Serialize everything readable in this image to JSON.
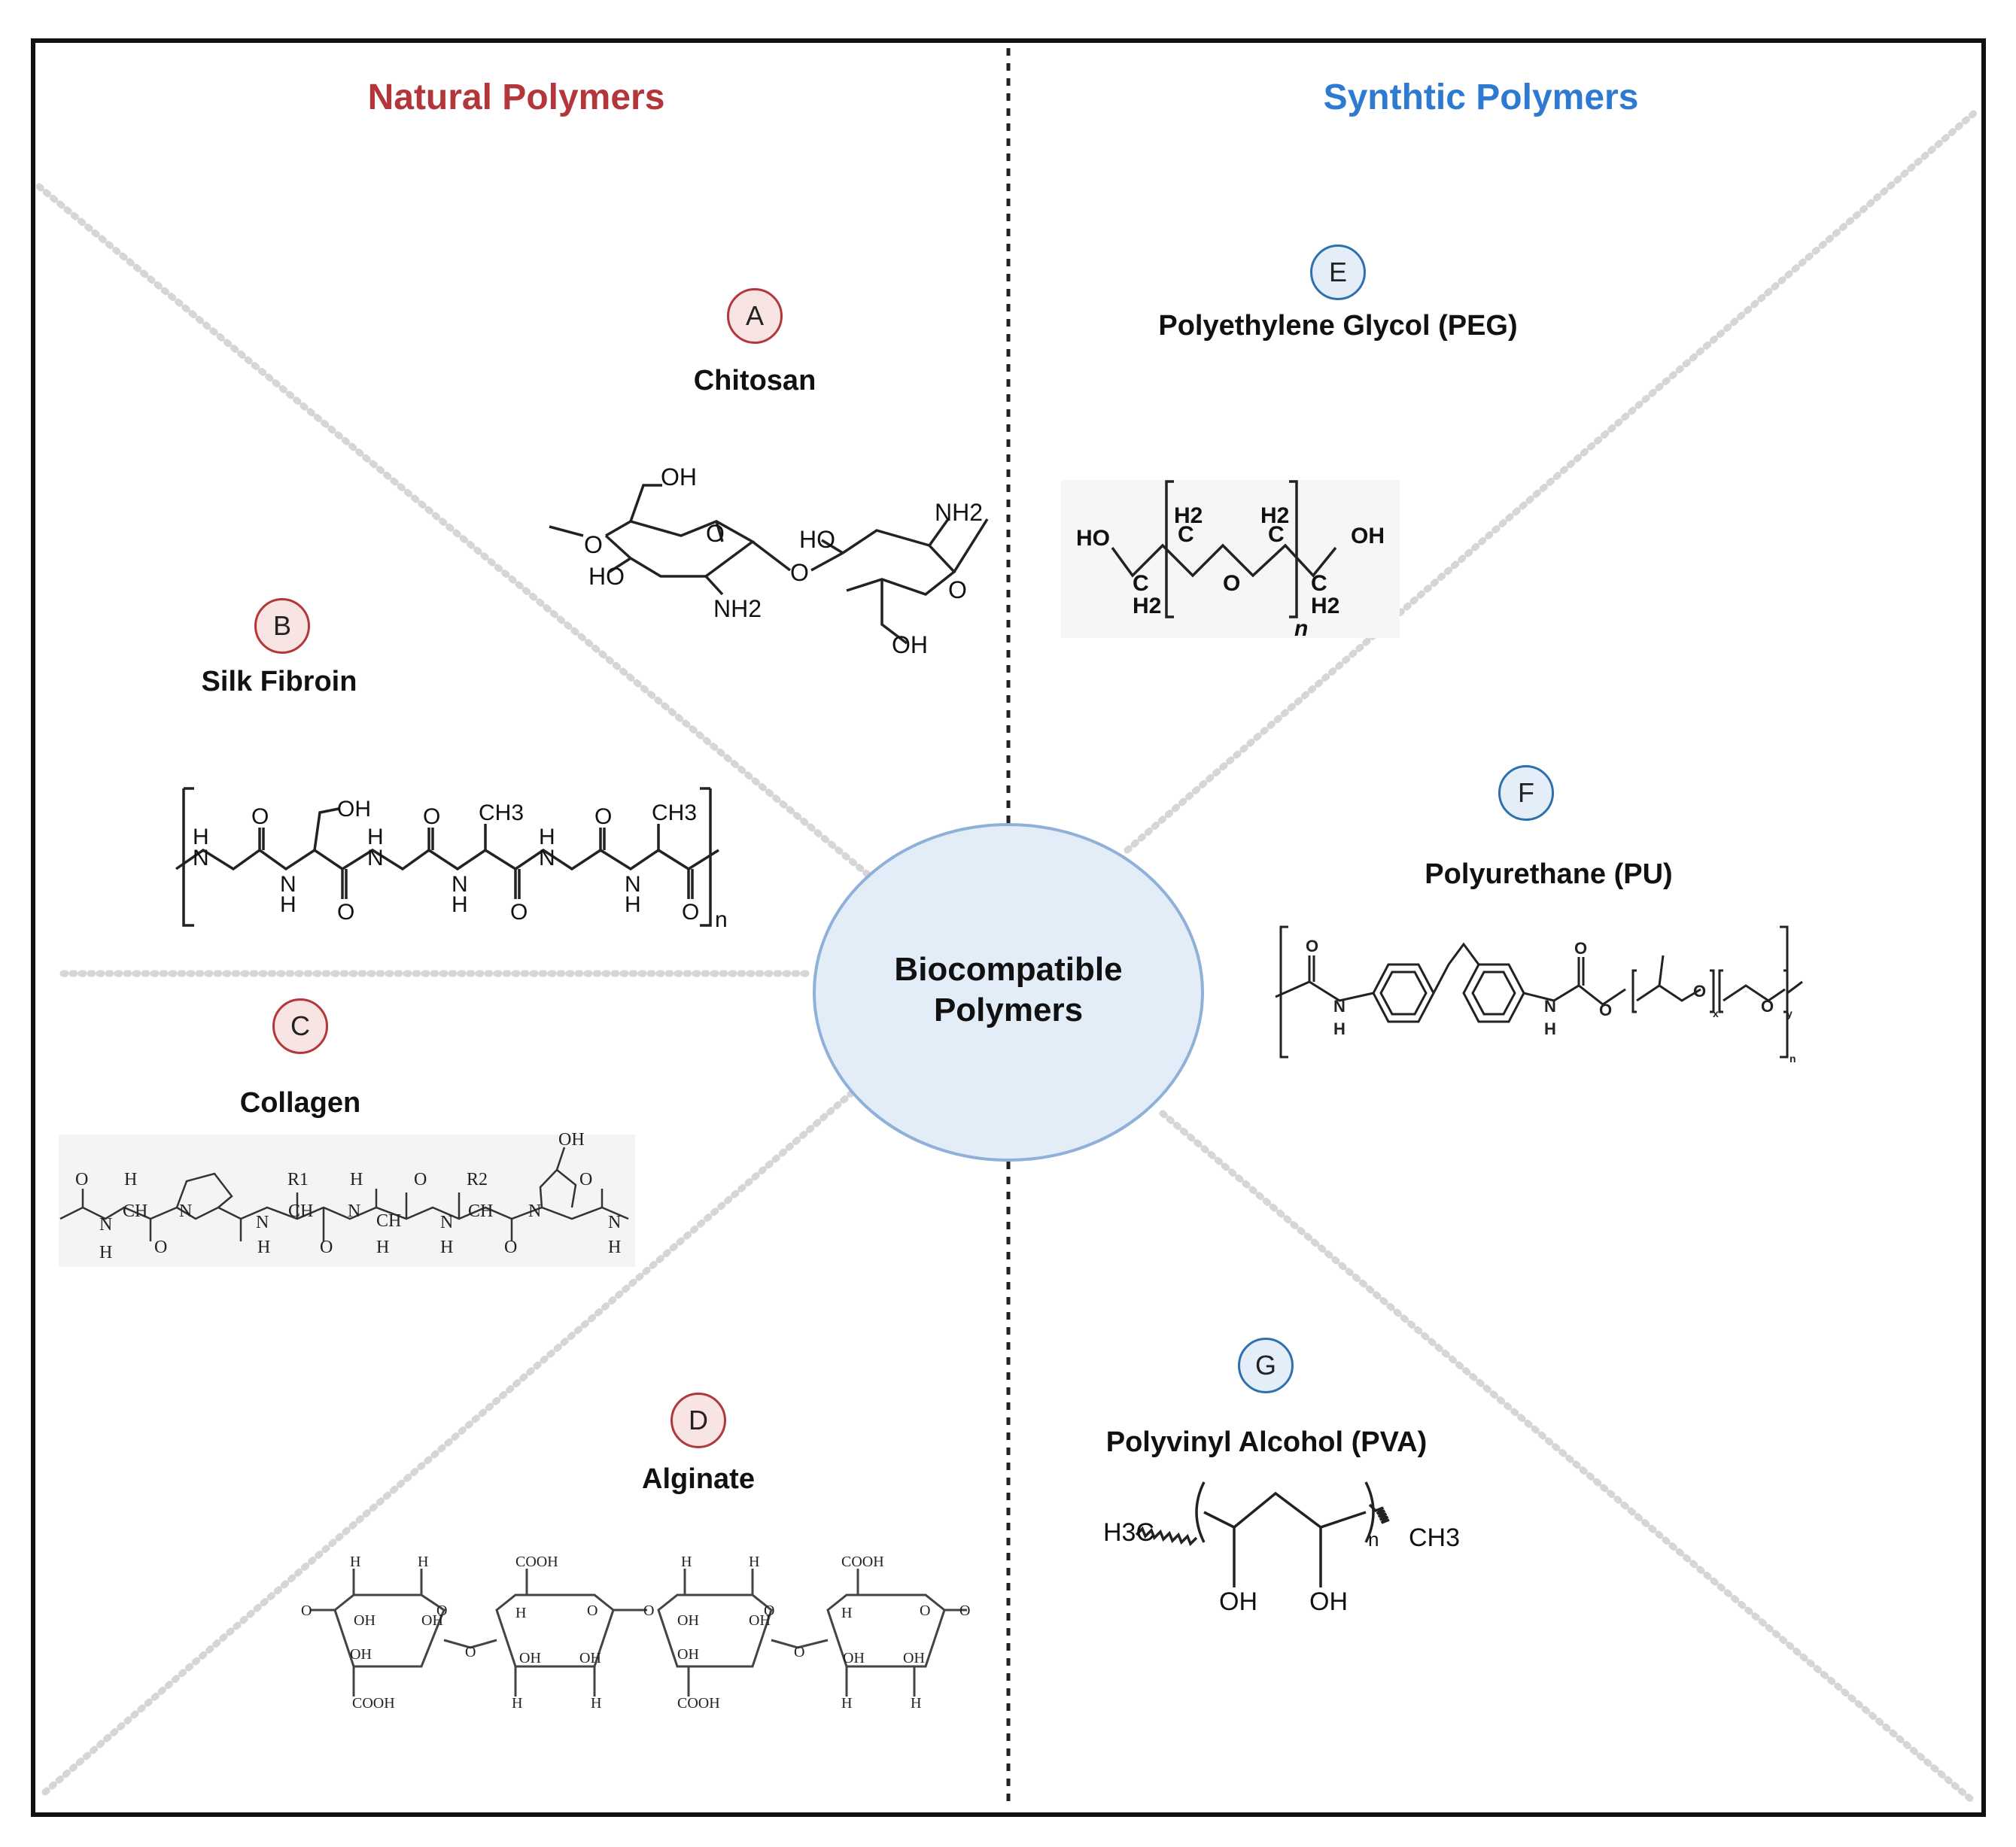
{
  "headings": {
    "natural": "Natural Polymers",
    "synthetic": "Synthtic Polymers"
  },
  "center": {
    "line1": "Biocompatible",
    "line2": "Polymers"
  },
  "colors": {
    "natural_accent": "#b3373a",
    "synthetic_accent": "#2e7ad1",
    "center_fill": "#e3edf8",
    "center_border": "#8fb0d8",
    "border": "#111111"
  },
  "polymers": [
    {
      "letter": "A",
      "name": "Chitosan",
      "group": "natural"
    },
    {
      "letter": "B",
      "name": "Silk Fibroin",
      "group": "natural"
    },
    {
      "letter": "C",
      "name": "Collagen",
      "group": "natural"
    },
    {
      "letter": "D",
      "name": "Alginate",
      "group": "natural"
    },
    {
      "letter": "E",
      "name": "Polyethylene Glycol (PEG)",
      "group": "synthetic"
    },
    {
      "letter": "F",
      "name": "Polyurethane (PU)",
      "group": "synthetic"
    },
    {
      "letter": "G",
      "name": "Polyvinyl Alcohol (PVA)",
      "group": "synthetic"
    }
  ],
  "structure_labels": {
    "chitosan": [
      "OH",
      "O",
      "HO",
      "O",
      "NH2",
      "HO",
      "NH2",
      "O",
      "OH",
      "O"
    ],
    "silk": [
      "H",
      "N",
      "O",
      "OH",
      "N",
      "H",
      "O",
      "H",
      "N",
      "O",
      "CH3",
      "N",
      "H",
      "O",
      "H",
      "N",
      "O",
      "CH3",
      "N",
      "H",
      "O",
      "n"
    ],
    "collagen": [
      "O",
      "H",
      "CH",
      "N",
      "H",
      "O",
      "N",
      "R1",
      "N",
      "H",
      "CH",
      "O",
      "H",
      "N",
      "CH",
      "H",
      "O",
      "R2",
      "N",
      "H",
      "CH",
      "O",
      "OH",
      "N",
      "O",
      "N",
      "H"
    ],
    "peg": [
      "HO",
      "C",
      "H2",
      "H2",
      "C",
      "O",
      "H2",
      "C",
      "C",
      "H2",
      "OH",
      "n"
    ],
    "pu": [
      "O",
      "N",
      "H",
      "N",
      "H",
      "O",
      "O",
      "O",
      "O",
      "x",
      "y",
      "n"
    ],
    "pva": [
      "H3C",
      "CH3",
      "OH",
      "OH",
      "n"
    ],
    "alginate": [
      "H",
      "H",
      "OH",
      "OH",
      "OH",
      "COOH",
      "COOH",
      "H",
      "OH",
      "OH",
      "H",
      "H",
      "H",
      "H",
      "OH",
      "OH",
      "OH",
      "COOH",
      "COOH",
      "H",
      "OH",
      "OH",
      "H",
      "H",
      "O",
      "O",
      "O",
      "O",
      "O",
      "O",
      "O",
      "O",
      "O"
    ]
  }
}
